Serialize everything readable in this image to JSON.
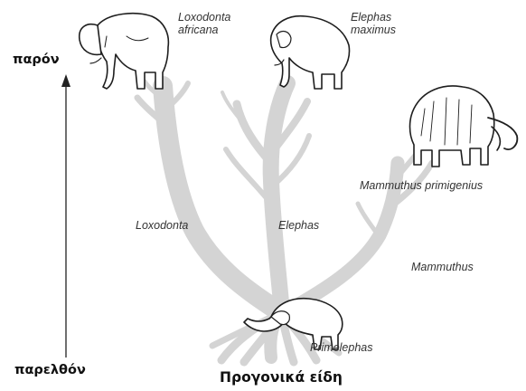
{
  "time_axis": {
    "top_label": "παρόν",
    "bottom_label": "παρελθόν"
  },
  "root_label": "Προγονικά είδη",
  "species": {
    "loxodonta_africana": {
      "line1": "Loxodonta",
      "line2": "africana"
    },
    "elephas_maximus": {
      "line1": "Elephas",
      "line2": "maximus"
    },
    "mammuthus_primigenius": "Mammuthus primigenius",
    "primelephas": "Primelephas"
  },
  "lineages": {
    "loxodonta": "Loxodonta",
    "elephas": "Elephas",
    "mammuthus": "Mammuthus"
  },
  "colors": {
    "tree": "#d4d4d4",
    "animal_outline": "#1e1e1e",
    "arrow": "#222222"
  }
}
